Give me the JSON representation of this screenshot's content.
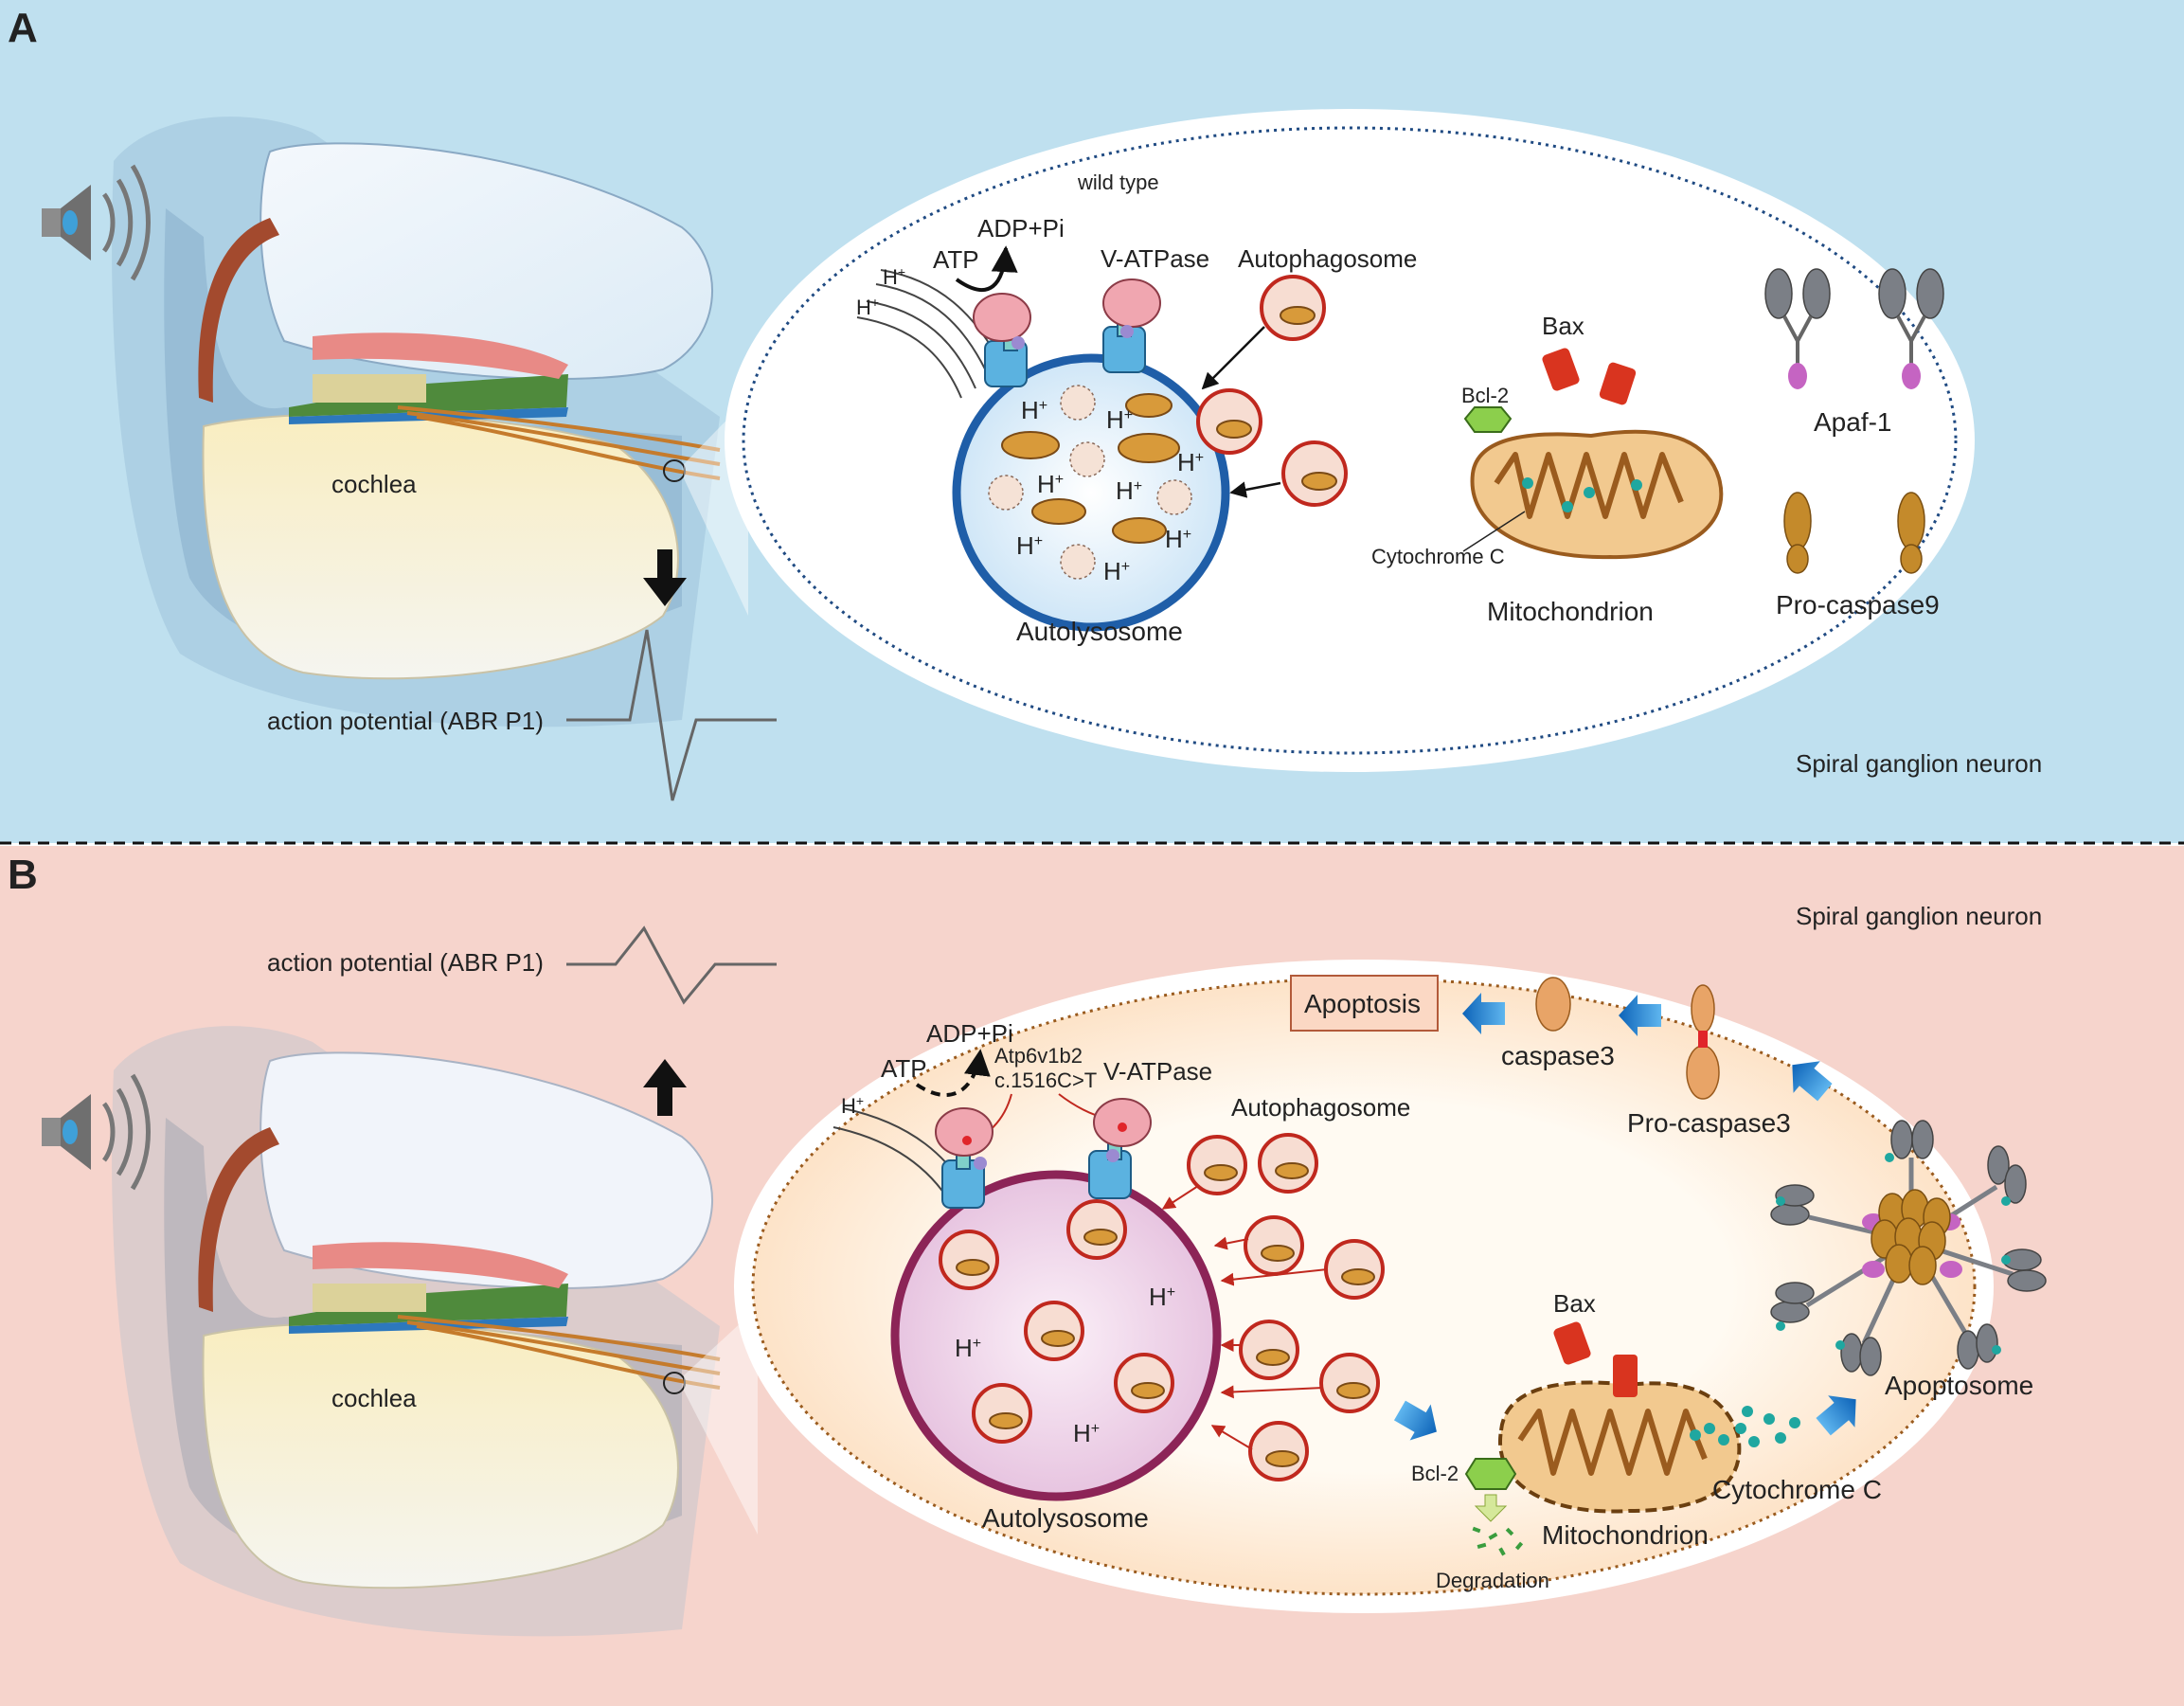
{
  "panel_a": {
    "letter": "A",
    "condition": "wild type",
    "cochlea": "cochlea",
    "action_potential": "action potential (ABR P1)",
    "atp": "ATP",
    "adp": "ADP+Pi",
    "proton": "H",
    "proton_sup": "+",
    "vatpase": "V-ATPase",
    "autophagosome": "Autophagosome",
    "autolysosome": "Autolysosome",
    "bax": "Bax",
    "bcl2": "Bcl-2",
    "cytochrome_c": "Cytochrome C",
    "mitochondrion": "Mitochondrion",
    "apaf1": "Apaf-1",
    "procaspase9": "Pro-caspase9",
    "cell": "Spiral ganglion neuron",
    "colors": {
      "background": "#bfe0ef",
      "lysosome_ring": "#1f5ea8"
    }
  },
  "panel_b": {
    "letter": "B",
    "cell": "Spiral ganglion neuron",
    "action_potential": "action potential (ABR P1)",
    "cochlea": "cochlea",
    "atp": "ATP",
    "adp": "ADP+Pi",
    "proton": "H",
    "proton_sup": "+",
    "mutation_line1": "Atp6v1b2",
    "mutation_line2": "c.1516C>T",
    "vatpase": "V-ATPase",
    "autophagosome": "Autophagosome",
    "autolysosome": "Autolysosome",
    "bax": "Bax",
    "bcl2": "Bcl-2",
    "degradation": "Degradation",
    "mitochondrion": "Mitochondrion",
    "cytochrome_c": "Cytochrome C",
    "apoptosome": "Apoptosome",
    "procaspase3": "Pro-caspase3",
    "caspase3": "caspase3",
    "apoptosis": "Apoptosis",
    "colors": {
      "background": "#f6d4cc",
      "lysosome_ring": "#8c2457",
      "arrow": "#1a7fd0"
    }
  }
}
